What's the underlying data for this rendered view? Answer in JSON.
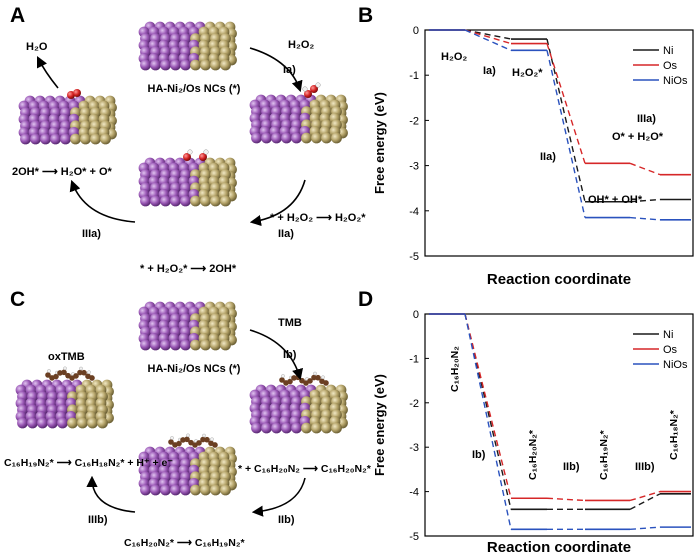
{
  "panels": {
    "A": "A",
    "B": "B",
    "C": "C",
    "D": "D"
  },
  "cycleA": {
    "catalyst": "HA-Ni₂/Os NCs (*)",
    "reagent": "H₂O₂",
    "product": "H₂O",
    "step1": "Ia)",
    "step2": "IIa)",
    "step3": "IIIa)",
    "eq1": "* + H₂O₂ ⟶ H₂O₂*",
    "eq2": "* + H₂O₂* ⟶ 2OH*",
    "eq3": "2OH* ⟶ H₂O* + O*"
  },
  "cycleC": {
    "catalyst": "HA-Ni₂/Os NCs (*)",
    "reagent": "TMB",
    "product": "oxTMB",
    "step1": "Ib)",
    "step2": "IIb)",
    "step3": "IIIb)",
    "eq1": "* + C₁₆H₂₀N₂ ⟶ C₁₆H₂₀N₂*",
    "eq2": "C₁₆H₂₀N₂* ⟶ C₁₆H₁₉N₂*",
    "eq3": "C₁₆H₁₉N₂* ⟶ C₁₆H₁₈N₂* + H⁺ + e⁻"
  },
  "colors": {
    "Ni": "#1a1a1a",
    "Os": "#d62728",
    "NiOs": "#2a52be",
    "atom_pd": "#9b59b6",
    "atom_ni": "#b5a46a",
    "oxygen": "#d22020",
    "hydrogen": "#f2f2f2",
    "carbon": "#6b3f22"
  },
  "chart_data": [
    {
      "type": "line",
      "panel": "B",
      "xlabel": "Reaction coordinate",
      "ylabel": "Free energy (eV)",
      "ylim": [
        -5,
        0
      ],
      "yticks": [
        "0",
        "-1",
        "-2",
        "-3",
        "-4",
        "-5"
      ],
      "x": [
        0,
        1,
        2,
        3
      ],
      "series": [
        {
          "name": "Ni",
          "values": [
            0,
            -0.2,
            -3.8,
            -3.75
          ]
        },
        {
          "name": "Os",
          "values": [
            0,
            -0.3,
            -2.95,
            -3.2
          ]
        },
        {
          "name": "NiOs",
          "values": [
            0,
            -0.45,
            -4.15,
            -4.2
          ]
        }
      ],
      "state_labels": [
        "H₂O₂",
        "H₂O₂*",
        "OH* + OH*",
        "O* + H₂O*"
      ],
      "step_labels": [
        "Ia)",
        "IIa)",
        "IIIa)"
      ],
      "legend": "top-right",
      "grid": false
    },
    {
      "type": "line",
      "panel": "D",
      "xlabel": "Reaction coordinate",
      "ylabel": "Free energy (eV)",
      "ylim": [
        -5,
        0
      ],
      "yticks": [
        "0",
        "-1",
        "-2",
        "-3",
        "-4",
        "-5"
      ],
      "x": [
        0,
        1,
        2,
        3
      ],
      "series": [
        {
          "name": "Ni",
          "values": [
            0,
            -4.4,
            -4.4,
            -4.05
          ]
        },
        {
          "name": "Os",
          "values": [
            0,
            -4.15,
            -4.2,
            -4.0
          ]
        },
        {
          "name": "NiOs",
          "values": [
            0,
            -4.85,
            -4.85,
            -4.8
          ]
        }
      ],
      "state_labels": [
        "C₁₆H₂₀N₂",
        "C₁₆H₂₀N₂*",
        "C₁₆H₁₉N₂*",
        "C₁₆H₁₈N₂*"
      ],
      "step_labels": [
        "Ib)",
        "IIb)",
        "IIIb)"
      ],
      "legend": "top-right",
      "grid": false
    }
  ]
}
